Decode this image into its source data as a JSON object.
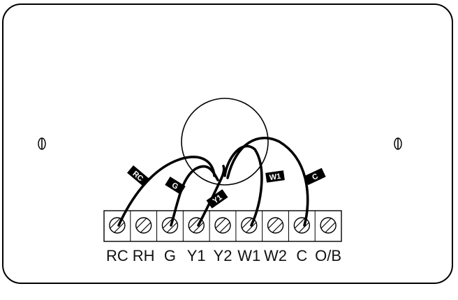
{
  "diagram": {
    "terminals": [
      "RC",
      "RH",
      "G",
      "Y1",
      "Y2",
      "W1",
      "W2",
      "C",
      "O/B"
    ],
    "wire_tags": {
      "rc": "RC",
      "g": "G",
      "y1": "Y1",
      "w1": "W1",
      "c": "C"
    },
    "connected_terminals": [
      "RC",
      "G",
      "Y1",
      "W1",
      "C"
    ],
    "colors": {
      "line": "#000000",
      "background": "#ffffff"
    }
  }
}
